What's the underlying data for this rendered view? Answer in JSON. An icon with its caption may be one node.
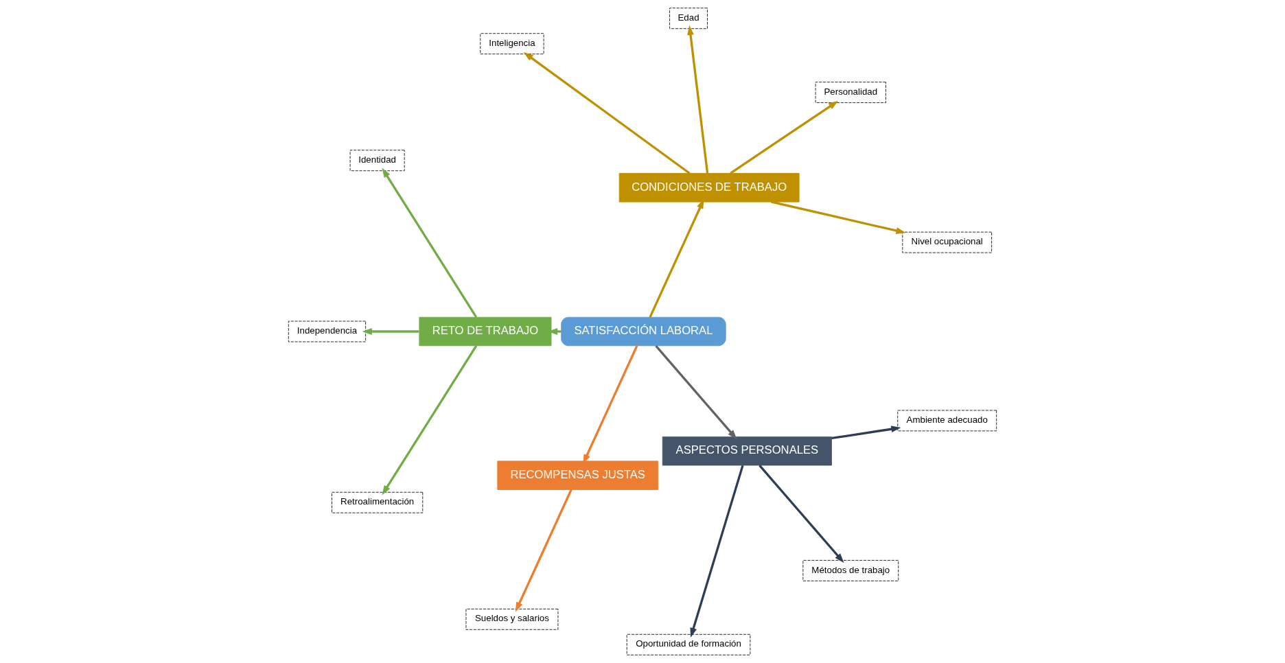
{
  "diagram": {
    "nodes": [
      {
        "text": [
          "SATISFACCIÓN LABORAL"
        ]
      },
      {
        "text": [
          "CONDICIONES DE TRABAJO"
        ]
      },
      {
        "text": [
          "RETO DE TRABAJO"
        ]
      },
      {
        "text": [
          "RECOMPENSAS JUSTAS"
        ]
      },
      {
        "text": [
          "ASPECTOS PERSONALES"
        ]
      },
      {
        "text": [
          "Nivel ocupacional"
        ]
      },
      {
        "text": [
          "Personalidad"
        ]
      },
      {
        "text": [
          "Edad"
        ]
      },
      {
        "text": [
          "Inteligencia"
        ]
      },
      {
        "text": [
          "Identidad"
        ]
      },
      {
        "text": [
          "Independencia"
        ]
      },
      {
        "text": [
          "Retroalimentación"
        ]
      },
      {
        "text": [
          "Sueldos y salarios"
        ]
      },
      {
        "text": [
          "Oportunidad de formación"
        ]
      },
      {
        "text": [
          "Métodos de trabajo"
        ]
      },
      {
        "text": [
          "Ambiente adecuado"
        ]
      }
    ],
    "edges": [
      {
        "from": 0,
        "to": 1,
        "arrow": "to"
      },
      {
        "from": 0,
        "to": 2,
        "arrow": "to",
        "color": "#70ad47"
      },
      {
        "from": 0,
        "to": 3,
        "arrow": "to",
        "color": "#ed7d31"
      },
      {
        "from": 0,
        "to": 4,
        "arrow": "to",
        "color": "#636363"
      },
      {
        "from": 1,
        "to": 5,
        "arrow": "to"
      },
      {
        "from": 1,
        "to": 6,
        "arrow": "to"
      },
      {
        "from": 1,
        "to": 7,
        "arrow": "to"
      },
      {
        "from": 1,
        "to": 8,
        "arrow": "to"
      },
      {
        "from": 2,
        "to": 9,
        "arrow": "to",
        "color": "#70ad47"
      },
      {
        "from": 2,
        "to": 10,
        "arrow": "to",
        "color": "#70ad47"
      },
      {
        "from": 2,
        "to": 11,
        "arrow": "to",
        "color": "#70ad47"
      },
      {
        "from": 3,
        "to": 12,
        "arrow": "to",
        "color": "#ed7d31"
      },
      {
        "from": 4,
        "to": 13,
        "arrow": "to",
        "color": "#2e3f55"
      },
      {
        "from": 4,
        "to": 14,
        "arrow": "to",
        "color": "#2e3f55"
      },
      {
        "from": 4,
        "to": 15,
        "arrow": "to",
        "color": "#2e3f55"
      }
    ]
  }
}
